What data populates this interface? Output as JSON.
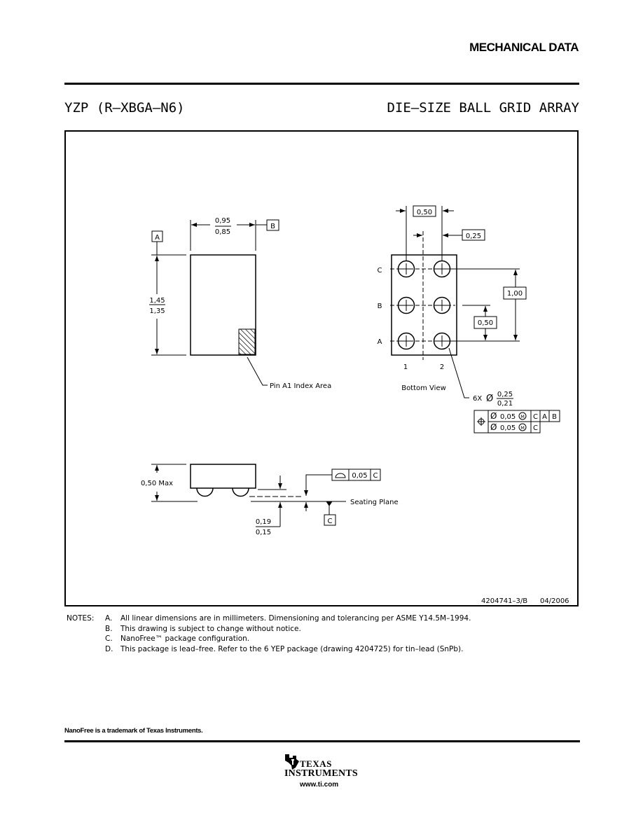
{
  "header": {
    "section_title": "MECHANICAL DATA",
    "package_code": "YZP (R–XBGA–N6)",
    "package_name": "DIE–SIZE BALL GRID ARRAY"
  },
  "drawing": {
    "top_view": {
      "width_max": "0,95",
      "width_min": "0,85",
      "datum_a": "A",
      "datum_b": "B",
      "length_max": "1,45",
      "length_min": "1,35",
      "pin_a1_label": "Pin A1 Index Area"
    },
    "bottom_view": {
      "pitch_x": "0,50",
      "offset_x": "0,25",
      "pitch_y_total": "1,00",
      "pitch_y": "0,50",
      "row_labels": [
        "C",
        "B",
        "A"
      ],
      "col_labels": [
        "1",
        "2"
      ],
      "caption": "Bottom View",
      "ball_count": "6X",
      "diameter_symbol": "Ø",
      "ball_dia_max": "0,25",
      "ball_dia_min": "0,21",
      "tol_row1": {
        "value": "0,05",
        "modifier": "M",
        "datums": [
          "C",
          "A",
          "B"
        ]
      },
      "tol_row2": {
        "value": "0,05",
        "modifier": "M",
        "datums": [
          "C"
        ]
      }
    },
    "side_view": {
      "height_label": "0,50 Max",
      "standoff_max": "0,19",
      "standoff_min": "0,15",
      "flatness_value": "0,05",
      "flatness_datum": "C",
      "seating_plane": "Seating Plane",
      "datum_c": "C"
    },
    "drawing_number": "4204741–3/B",
    "date": "04/2006"
  },
  "notes": {
    "label": "NOTES:",
    "items": [
      {
        "letter": "A.",
        "text": "All linear dimensions are in millimeters.  Dimensioning and tolerancing per ASME Y14.5M–1994."
      },
      {
        "letter": "B.",
        "text": "This drawing is subject to change without notice."
      },
      {
        "letter": "C.",
        "text": "NanoFree™ package configuration."
      },
      {
        "letter": "D.",
        "text": "This package is lead–free.  Refer to the 6 YEP package (drawing 4204725) for tin–lead (SnPb)."
      }
    ]
  },
  "footer": {
    "trademark": "NanoFree is a trademark of Texas Instruments.",
    "logo_line1": "TEXAS",
    "logo_line2": "INSTRUMENTS",
    "website": "www.ti.com"
  }
}
